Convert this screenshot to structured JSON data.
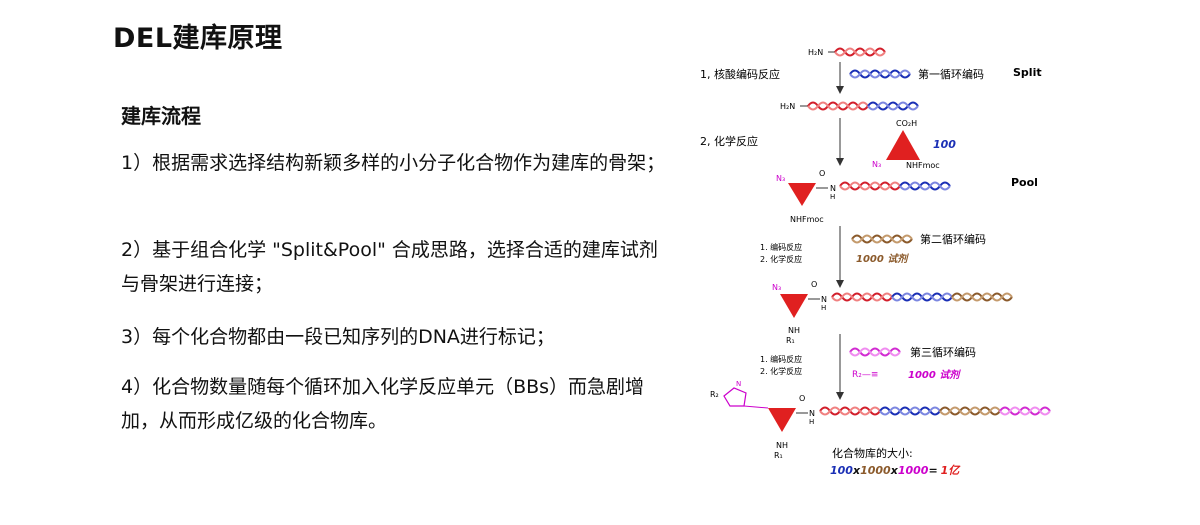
{
  "title": "DEL建库原理",
  "subtitle": "建库流程",
  "paragraphs": [
    "1）根据需求选择结构新颖多样的小分子化合物作为建库的骨架；",
    "2）基于组合化学 \"Split&Pool\" 合成思路，选择合适的建库试剂与骨架进行连接；",
    "3）每个化合物都由一段已知序列的DNA进行标记；",
    "4）化合物数量随每个循环加入化学反应单元（BBs）而急剧增加，从而形成亿级的化合物库。"
  ],
  "diagram": {
    "h2n_top": "H₂N",
    "h2n_second": "H₂N",
    "step1": "1, 核酸编码反应",
    "cycle1": "第一循环编码",
    "split": "Split",
    "step2": "2, 化学反应",
    "co2h": "CO₂H",
    "n3_reagent": "N₃",
    "nhfmoc_reagent": "NHFmoc",
    "count100": "100",
    "pool": "Pool",
    "n3_scaffold": "N₃",
    "o_label": "O",
    "nh_label": "N\nH",
    "nhfmoc_scaffold": "NHFmoc",
    "sub_step1": "1. 编码反应",
    "sub_step2": "2. 化学反应",
    "cycle2": "第二循环编码",
    "reagents2": "1000 试剂",
    "n3_row4": "N₃",
    "nh_r1": "NH",
    "r1": "R₁",
    "cycle3": "第三循环编码",
    "r2_reagent": "R₂—≡",
    "reagents3": "1000 试剂",
    "r2_final": "R₂",
    "triazole_n": "N",
    "size_label": "化合物库的大小:",
    "size_a": "100",
    "size_x1": "x",
    "size_b": "1000",
    "size_x2": "x",
    "size_c": "1000",
    "size_eq": "=",
    "size_result": "1亿"
  }
}
